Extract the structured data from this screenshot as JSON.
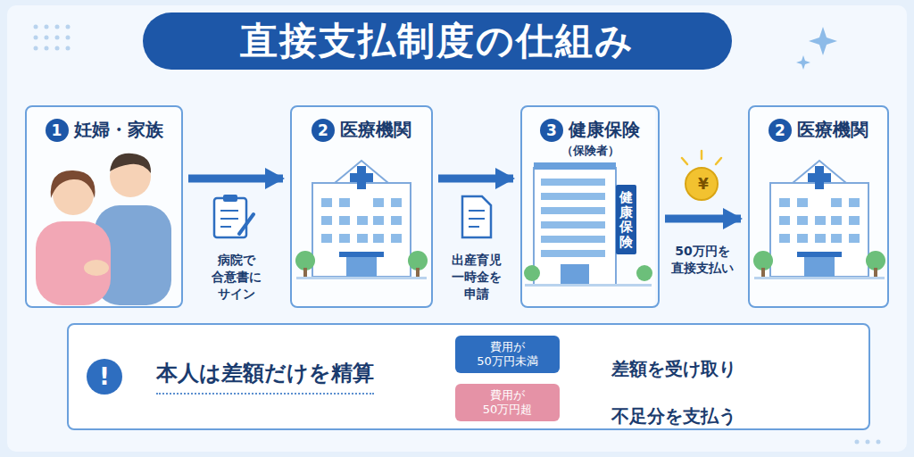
{
  "diagram": {
    "title": "直接支払制度の仕組み",
    "nodes": [
      {
        "text": [
          "1",
          "妊婦・家族"
        ]
      },
      {
        "text": [
          "2",
          "医療機関"
        ]
      },
      {
        "text": [
          "3",
          "健康保険",
          "（保険者）"
        ]
      },
      {
        "text": [
          "健康保険"
        ],
        "in": 2
      },
      {
        "text": [
          "2",
          "医療機関"
        ]
      },
      {
        "text": [
          "!",
          "本人は差額だけを精算"
        ]
      },
      {
        "text": [
          "費用が 50万円未満"
        ],
        "in": 5
      },
      {
        "text": [
          "費用が 50万円超"
        ],
        "in": 5
      }
    ],
    "edges": [
      {
        "from": 0,
        "to": 1,
        "arrow": "to",
        "label": "病院で 合意書に サイン"
      },
      {
        "from": 1,
        "to": 2,
        "arrow": "to",
        "label": "出産育児 一時金を 申請"
      },
      {
        "from": 2,
        "to": 4,
        "arrow": "to",
        "label": "50万円を 直接支払い"
      }
    ],
    "labels": [
      "¥",
      "差額を受け取り",
      "不足分を支払う"
    ]
  }
}
